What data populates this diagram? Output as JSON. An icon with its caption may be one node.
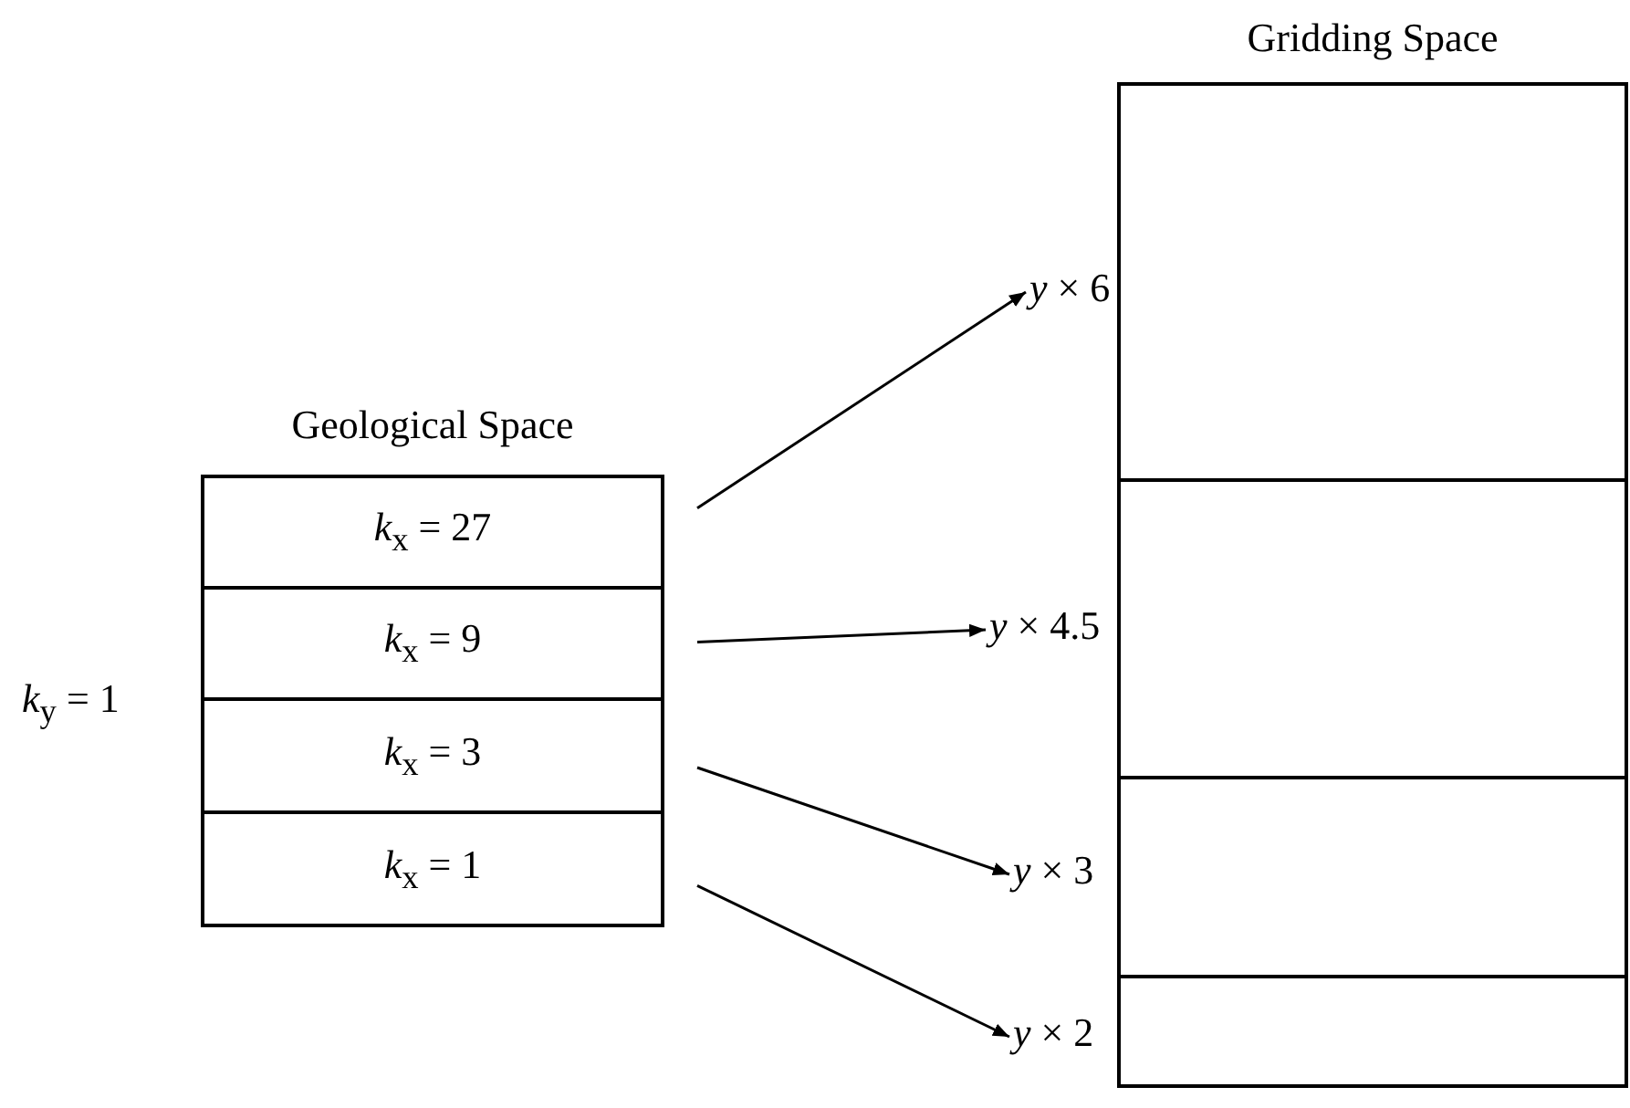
{
  "diagram": {
    "nodes": [
      {
        "text": [
          "Geological Space"
        ]
      },
      {
        "text": [
          "*k*$_{x}$ = 27"
        ],
        "in": 0
      },
      {
        "text": [
          "*k*$_{x}$ = 9"
        ],
        "in": 0
      },
      {
        "text": [
          "*k*$_{x}$ = 3"
        ],
        "in": 0
      },
      {
        "text": [
          "*k*$_{x}$ = 1"
        ],
        "in": 0
      },
      {
        "text": [
          "*y* × 6"
        ]
      },
      {
        "text": [
          "*y* × 4.5"
        ]
      },
      {
        "text": [
          "*y* × 3"
        ]
      },
      {
        "text": [
          "*y* × 2"
        ]
      },
      {
        "text": [
          "Gridding Space"
        ]
      },
      {
        "text": [],
        "shape": "box",
        "in": 9
      },
      {
        "text": [],
        "shape": "box",
        "in": 9
      },
      {
        "text": [],
        "shape": "box",
        "in": 9
      },
      {
        "text": [],
        "shape": "box",
        "in": 9
      }
    ],
    "edges": [
      {
        "from": 1,
        "to": 5,
        "arrow": "to"
      },
      {
        "from": 2,
        "to": 6,
        "arrow": "to"
      },
      {
        "from": 3,
        "to": 7,
        "arrow": "to"
      },
      {
        "from": 4,
        "to": 8,
        "arrow": "to"
      }
    ],
    "labels": [
      "*k*$_{y}$ = 1"
    ]
  }
}
